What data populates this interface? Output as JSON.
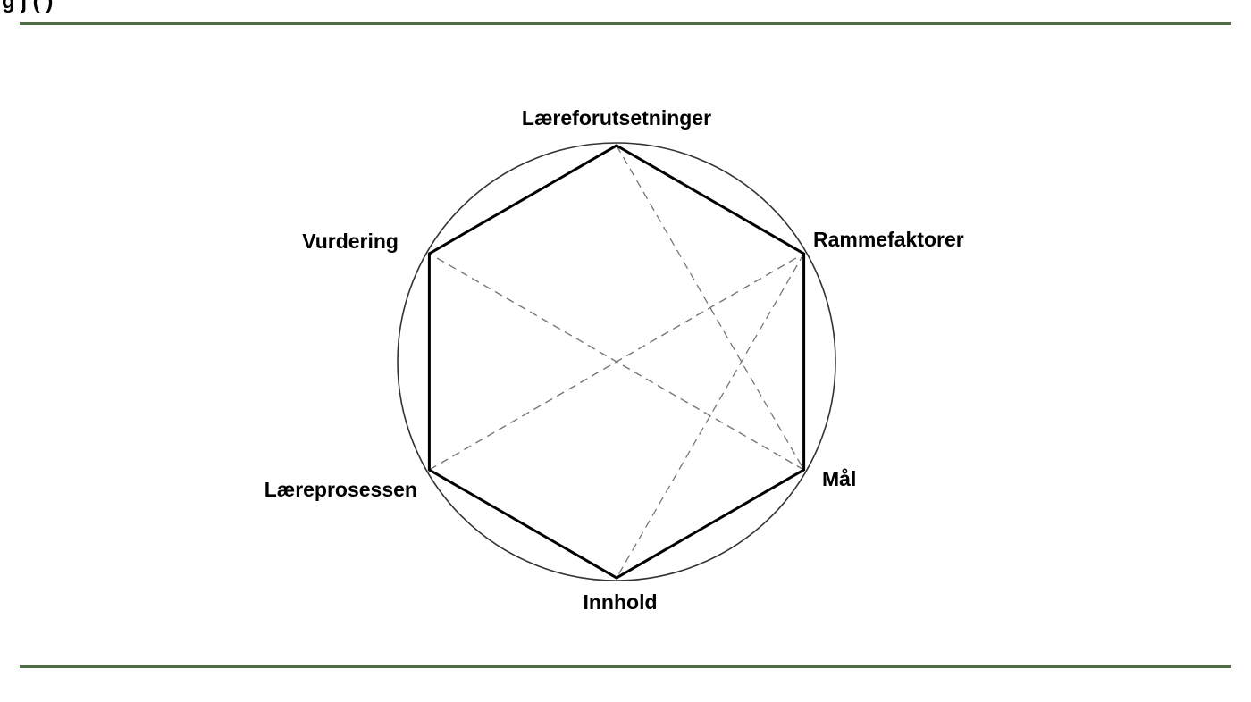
{
  "header": {
    "caption_fragment": "g                                        j                    (  )"
  },
  "colors": {
    "rule": "#4f6b45",
    "circle": "#333333",
    "hexagon": "#000000",
    "dashed": "#777777"
  },
  "diagram": {
    "nodes": [
      {
        "id": "laereforutsetninger",
        "label": "Læreforutsetninger",
        "angle_deg": 90
      },
      {
        "id": "rammefaktorer",
        "label": "Rammefaktorer",
        "angle_deg": 30
      },
      {
        "id": "maal",
        "label": "Mål",
        "angle_deg": -30
      },
      {
        "id": "innhold",
        "label": "Innhold",
        "angle_deg": -90
      },
      {
        "id": "laereprosessen",
        "label": "Læreprosessen",
        "angle_deg": -150
      },
      {
        "id": "vurdering",
        "label": "Vurdering",
        "angle_deg": 150
      }
    ]
  }
}
